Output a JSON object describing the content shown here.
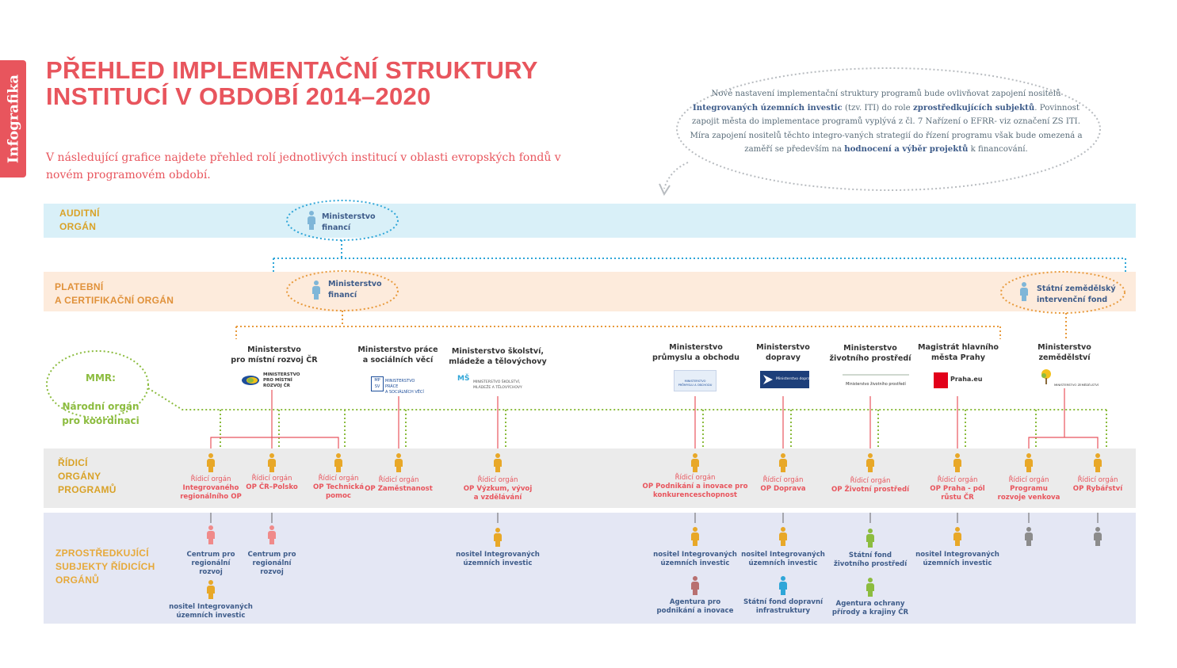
{
  "side_tab": "Infografika",
  "title": "PŘEHLED IMPLEMENTAČNÍ STRUKTURY INSTITUCÍ V OBDOBÍ 2014–2020",
  "intro": "V následující grafice najdete přehled rolí jednotlivých institucí v oblasti evropských fondů v novém programovém období.",
  "note": {
    "parts": [
      "Nové nastavení implementační struktury programů bude ovlivňovat zapojení nositelů ",
      "Integrovaných územních investic",
      " (tzv. ITI) do role ",
      "zprostředkujících subjektů",
      ". Povinnost zapojit města do implementace programů vyplývá z čl. 7 Nařízení o EFRR- viz označení ZS ITI. Míra zapojení nositelů těchto integro-vaných strategií do řízení programu však bude omezená a zaměří se především na ",
      "hodnocení a výběr projektů",
      " k financování."
    ]
  },
  "bands": {
    "audit": "AUDITNÍ\nORGÁN",
    "payment": "PLATEBNÍ\nA CERTIFIKAČNÍ ORGÁN",
    "managing": "ŘÍDICÍ\nORGÁNY\nPROGRAMŮ",
    "intermediate": "ZPROSTŘEDKUJÍCÍ\nSUBJEKTY ŘÍDICÍCH\nORGÁNŮ"
  },
  "audit_body": "Ministerstvo\nfinancí",
  "payment_body": "Ministerstvo\nfinancí",
  "szif": "Státní zemědělský\nintervenční fond",
  "mmr": {
    "title": "MMR:",
    "text": "Národní orgán\npro koordinaci"
  },
  "ministries": [
    {
      "name": "Ministerstvo\npro místní rozvoj ČR",
      "logo": "MINISTERSTVO\nPRO MÍSTNÍ\nROZVOJ ČR"
    },
    {
      "name": "Ministerstvo práce\na sociálních věcí",
      "logo": "MINISTERSTVO PRÁCE\nA SOCIÁLNÍCH VĚCÍ"
    },
    {
      "name": "Ministerstvo školství,\nmládeže a tělovýchovy",
      "logo": "MINISTERSTVO ŠKOLSTVÍ,\nMLÁDEŽE A TĚLOVÝCHOVY"
    },
    {
      "name": "Ministerstvo\nprůmyslu a obchodu",
      "logo": "MINISTERSTVO\nPRŮMYSLU A OBCHODU"
    },
    {
      "name": "Ministerstvo\ndopravy",
      "logo": "Ministerstvo dopravy"
    },
    {
      "name": "Ministerstvo\nživotního prostředí",
      "logo": "Ministerstvo životního prostředí"
    },
    {
      "name": "Magistrát hlavního\nměsta Prahy",
      "logo": "Praha.eu"
    },
    {
      "name": "Ministerstvo\nzemědělství",
      "logo": "MINISTERSTVO ZEMĚDĚLSTVÍ"
    }
  ],
  "ro_prefix": "Řídicí orgán",
  "managing_authorities": [
    "Integrovaného\nregionálního OP",
    "OP ČR–Polsko",
    "OP Technická\npomoc",
    "OP Zaměstnanost",
    "OP Výzkum, vývoj\na vzdělávání",
    "OP Podnikání a inovace pro\nkonkurenceschopnost",
    "OP Doprava",
    "OP Životní prostředí",
    "OP Praha - pól\nrůstu ČR",
    "Programu\nrozvoje venkova",
    "OP Rybářství"
  ],
  "intermediate_bodies": [
    "Centrum pro\nregionální\nrozvoj",
    "nositel Integrovaných\núzemních investic",
    "Centrum pro\nregionální\nrozvoj",
    "nositel Integrovaných\núzemních investic",
    "nositel Integrovaných\núzemních investic",
    "Agentura pro\npodnikání a inovace",
    "nositel Integrovaných\núzemních investic",
    "Státní fond dopravní\ninfrastruktury",
    "Státní fond\nživotního prostředí",
    "Agentura ochrany\npřírody a krajiny ČR",
    "nositel Integrovaných\núzemních investic"
  ],
  "colors": {
    "accent": "#e8555d",
    "audit_band": "#d9f0f8",
    "payment_band": "#fdebdc",
    "managing_band": "#ebebeb",
    "intermediate_band": "#e4e7f4",
    "green": "#8cbc3f",
    "blue": "#2fa6d8",
    "orange": "#e89a3c"
  }
}
